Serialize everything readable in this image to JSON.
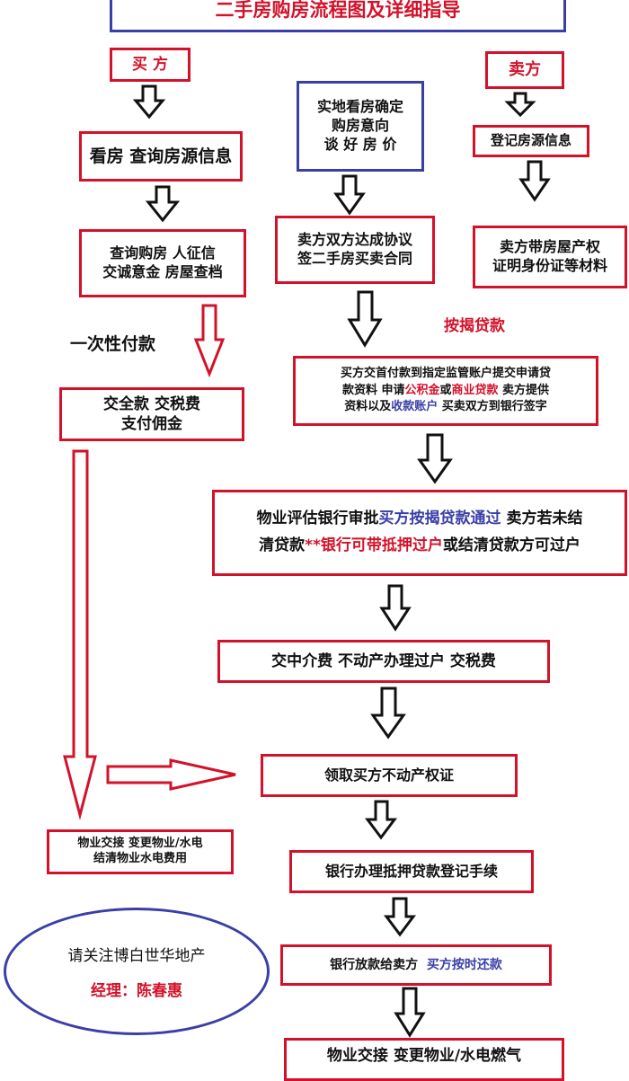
{
  "title": "二手房购房流程图及详细指导",
  "buyer_label": "买 方",
  "seller_label": "卖方",
  "view_box": {
    "line1": "实地看房确定",
    "line2": "购房意向",
    "line3": "谈 好 房 价"
  },
  "seller_register": "登记房源信息",
  "buyer_view": "看房 查询房源信息",
  "agreement": {
    "line1": "卖方双方达成协议",
    "line2": "签二手房买卖合同"
  },
  "seller_docs": {
    "line1": "卖方带房屋产权",
    "line2": "证明身份证等材料"
  },
  "credit_check": {
    "line1": "查询购房 人征信",
    "line2": "交诚意金 房屋查档"
  },
  "lump_sum_label": "一次性付款",
  "mortgage_label": "按揭贷款",
  "full_payment": {
    "line1": "交全款 交税费",
    "line2": "支付佣金"
  },
  "loan_apply": {
    "l1": "买方交首付款到指定监管账户提交申请贷",
    "l2a": "款资料 申请",
    "l2b": "公积金",
    "l2c": "或",
    "l2d": "商业贷款",
    "l2e": " 卖方提供",
    "l3a": "资料以及",
    "l3b": "收款账户",
    "l3c": " 买卖双方到银行签字"
  },
  "bank_review": {
    "l1a": "物业评估银行审批",
    "l1b": "买方按揭贷款通过",
    "l1c": "  卖方若未结",
    "l2a": "清贷款",
    "l2b": "**银行可带抵押过户",
    "l2c": "或结清贷款方可过户"
  },
  "transfer": "交中介费 不动产办理过户 交税费",
  "certificate": "领取买方不动产权证",
  "handover_left": {
    "line1": "物业交接 变更物业/水电",
    "line2": "结清物业水电费用"
  },
  "mortgage_register": "银行办理抵押贷款登记手续",
  "loan_release": {
    "a": "银行放款给卖方",
    "b": "买方按时还款"
  },
  "handover_bottom": "物业交接 变更物业/水电燃气",
  "contact": {
    "line1": "请关注博白世华地产",
    "line2": "经理：陈春惠"
  },
  "colors": {
    "red": "#d3122a",
    "blue": "#3a3fa8",
    "black": "#111111"
  }
}
